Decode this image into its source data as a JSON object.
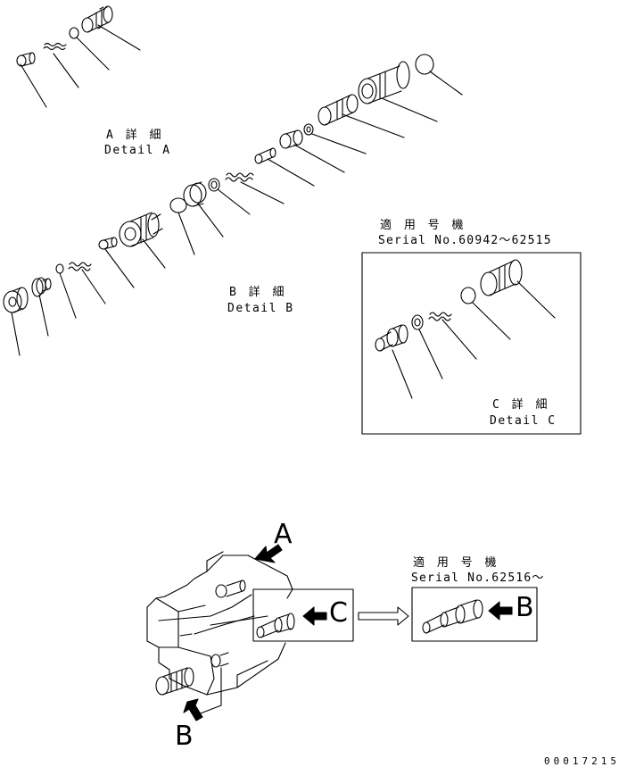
{
  "detail_a": {
    "jp": "A 詳 細",
    "en": "Detail A"
  },
  "detail_b": {
    "jp": "B 詳 細",
    "en": "Detail B"
  },
  "detail_c": {
    "jp": "C 詳 細",
    "en": "Detail C"
  },
  "serial_1": {
    "jp": "適 用 号 機",
    "en": "Serial No.60942～62515"
  },
  "serial_2": {
    "jp": "適 用 号 機",
    "en": "Serial No.62516～"
  },
  "view_letters": {
    "a": "A",
    "b": "B",
    "c": "C",
    "b_alt": "B"
  },
  "doc_number": "00017215"
}
